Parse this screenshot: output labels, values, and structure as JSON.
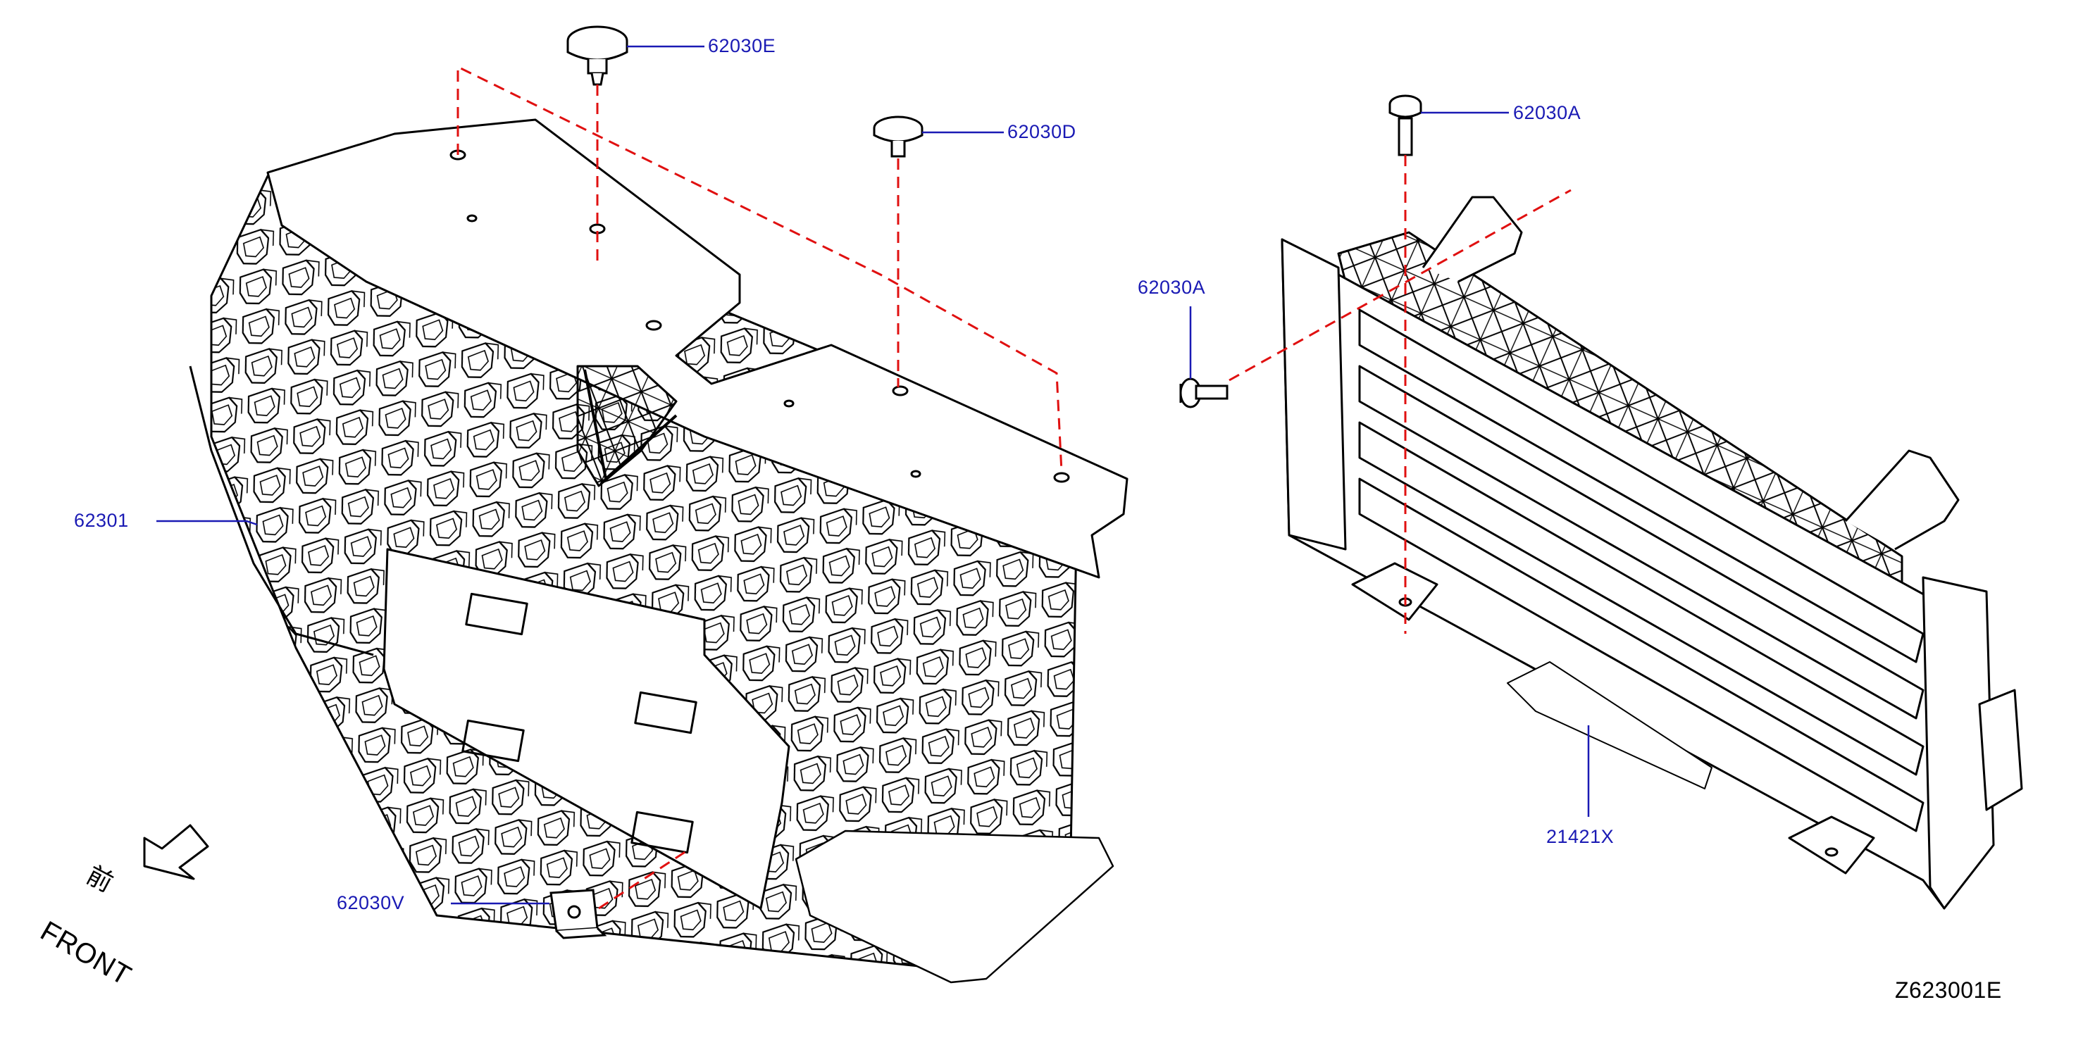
{
  "diagram": {
    "title": "",
    "reference_code": "Z623001E",
    "direction": {
      "kanji": "前",
      "text": "FRONT"
    },
    "parts": [
      {
        "id": "p62030E",
        "number": "62030E"
      },
      {
        "id": "p62030D",
        "number": "62030D"
      },
      {
        "id": "p62030A_1",
        "number": "62030A"
      },
      {
        "id": "p62030A_2",
        "number": "62030A"
      },
      {
        "id": "p62301",
        "number": "62301"
      },
      {
        "id": "p62030V",
        "number": "62030V"
      },
      {
        "id": "p21421X",
        "number": "21421X"
      }
    ]
  },
  "colors": {
    "line": "#000000",
    "leader": "#1a1ab4",
    "dash": "#e01010",
    "label": "#1a1ab4"
  },
  "icons": [
    "front-arrow-icon",
    "clip-icon",
    "screw-icon",
    "bolt-icon",
    "nut-icon"
  ]
}
